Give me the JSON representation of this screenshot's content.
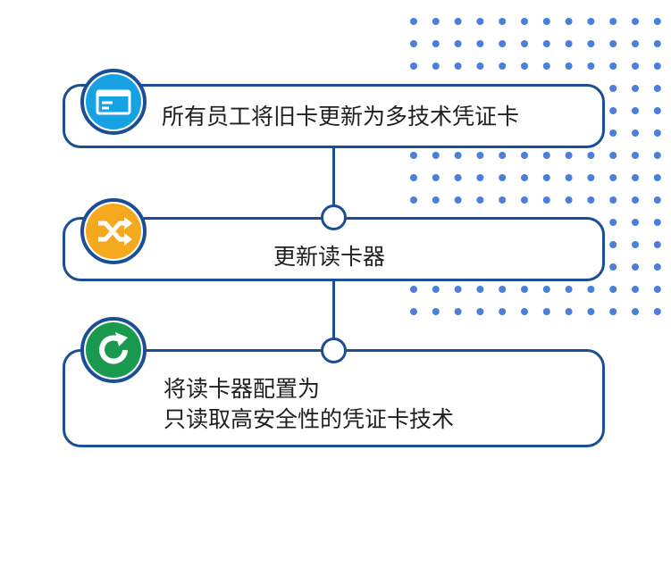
{
  "colors": {
    "outline": "#1c4e96",
    "dots": "#4a7fdc",
    "card_icon_bg": "#17a2e3",
    "shuffle_icon_bg": "#f5a91f",
    "refresh_icon_bg": "#1a9a4e",
    "text": "#1f1f1f"
  },
  "steps": [
    {
      "icon": "card-icon",
      "lines": [
        "所有员工将旧卡更新为多技术凭证卡"
      ]
    },
    {
      "icon": "shuffle-icon",
      "lines": [
        "更新读卡器"
      ]
    },
    {
      "icon": "refresh-icon",
      "lines": [
        "将读卡器配置为",
        "只读取高安全性的凭证卡技术"
      ]
    }
  ]
}
